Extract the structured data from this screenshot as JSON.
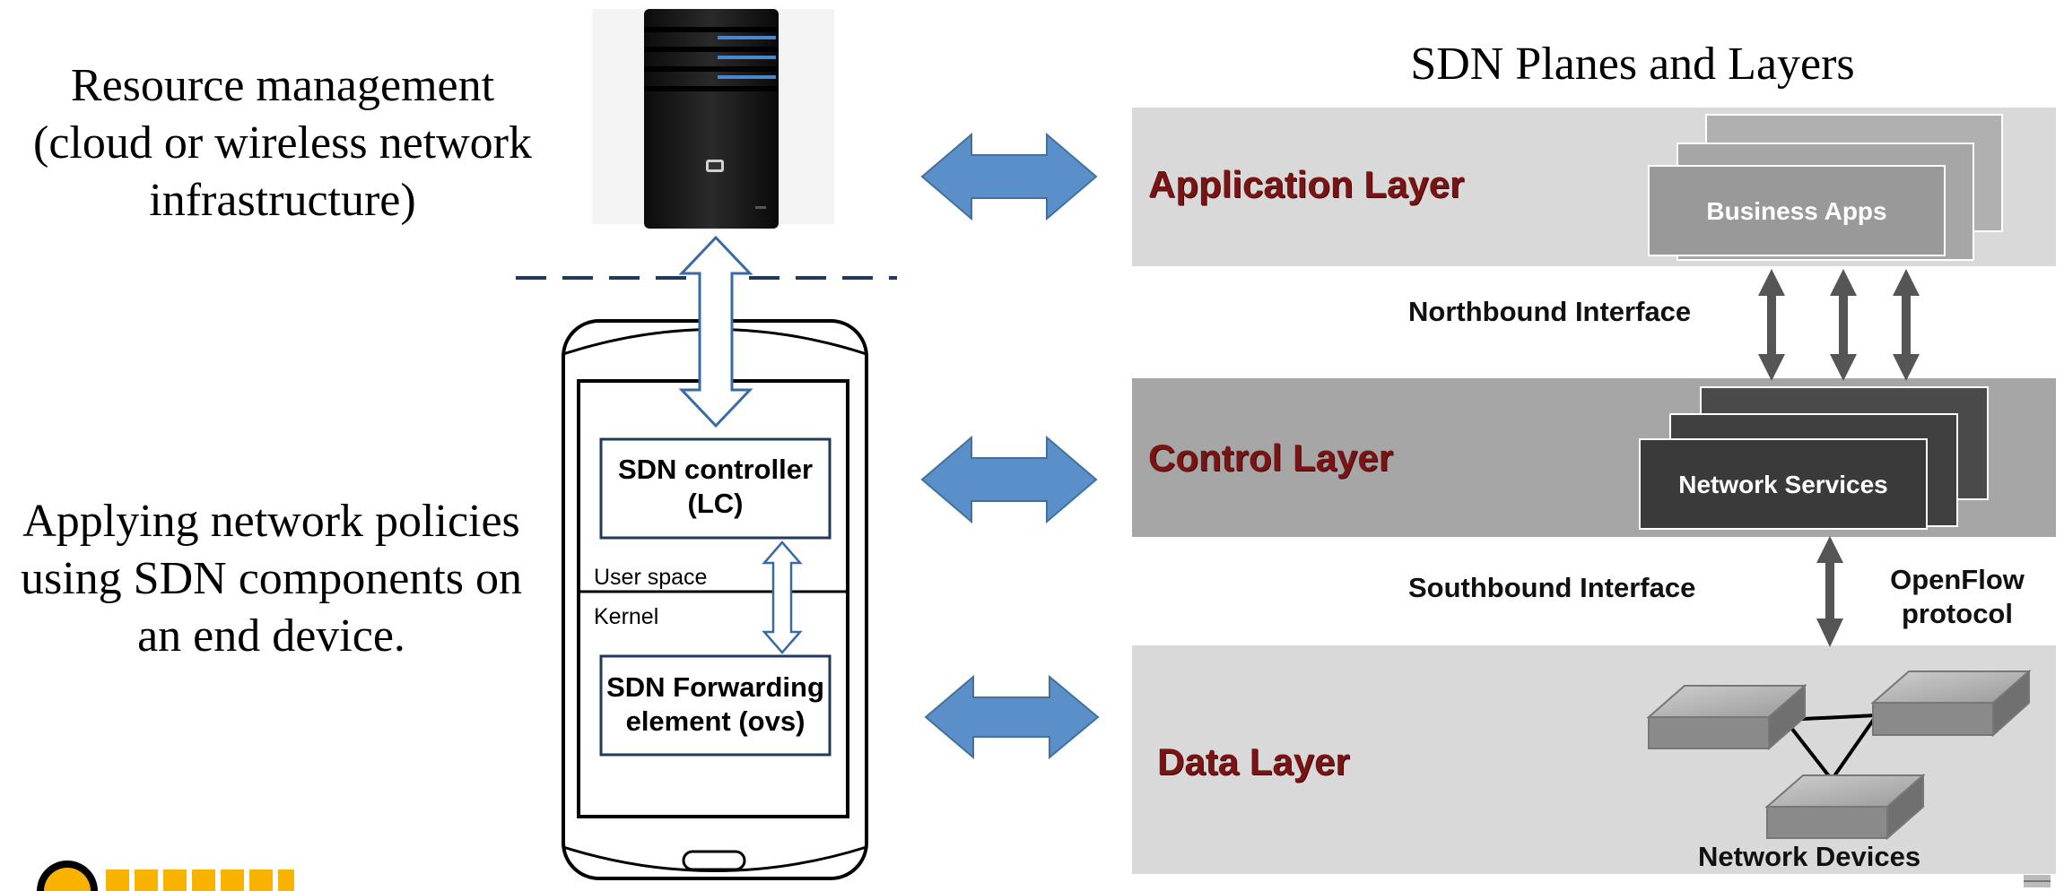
{
  "left": {
    "resource_text": [
      "Resource management",
      "(cloud or wireless network",
      "infrastructure)"
    ],
    "policy_text": [
      "Applying network policies",
      "using SDN components on",
      "an end device."
    ]
  },
  "phone": {
    "controller_label": [
      "SDN controller",
      "(LC)"
    ],
    "user_space": "User space",
    "kernel": "Kernel",
    "forwarding_label": [
      "SDN Forwarding",
      "element (ovs)"
    ]
  },
  "right": {
    "title": "SDN Planes and Layers",
    "application_layer": "Application Layer",
    "business_apps": "Business Apps",
    "northbound": "Northbound Interface",
    "control_layer": "Control Layer",
    "network_services": "Network Services",
    "southbound": "Southbound Interface",
    "openflow": [
      "OpenFlow",
      "protocol"
    ],
    "data_layer": "Data Layer",
    "network_devices": "Network Devices"
  },
  "colors": {
    "blue_arrow": "#5b8fca",
    "layer_label": "#7a1414",
    "app_layer_bg": "#d9d9d9",
    "control_layer_bg": "#a6a6a6",
    "data_layer_bg": "#d9d9d9"
  }
}
